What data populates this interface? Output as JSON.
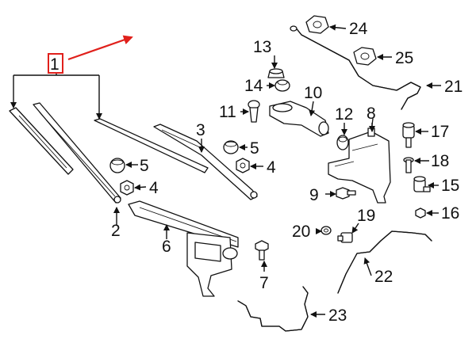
{
  "highlight_color": "#e0201b",
  "callouts": [
    {
      "id": "c1",
      "text": "1"
    },
    {
      "id": "c2",
      "text": "2"
    },
    {
      "id": "c3",
      "text": "3"
    },
    {
      "id": "c4a",
      "text": "4"
    },
    {
      "id": "c4b",
      "text": "4"
    },
    {
      "id": "c5a",
      "text": "5"
    },
    {
      "id": "c5b",
      "text": "5"
    },
    {
      "id": "c6",
      "text": "6"
    },
    {
      "id": "c7",
      "text": "7"
    },
    {
      "id": "c8",
      "text": "8"
    },
    {
      "id": "c9",
      "text": "9"
    },
    {
      "id": "c10",
      "text": "10"
    },
    {
      "id": "c11",
      "text": "11"
    },
    {
      "id": "c12",
      "text": "12"
    },
    {
      "id": "c13",
      "text": "13"
    },
    {
      "id": "c14",
      "text": "14"
    },
    {
      "id": "c15",
      "text": "15"
    },
    {
      "id": "c16",
      "text": "16"
    },
    {
      "id": "c17",
      "text": "17"
    },
    {
      "id": "c18",
      "text": "18"
    },
    {
      "id": "c19",
      "text": "19"
    },
    {
      "id": "c20",
      "text": "20"
    },
    {
      "id": "c21",
      "text": "21"
    },
    {
      "id": "c22",
      "text": "22"
    },
    {
      "id": "c23",
      "text": "23"
    },
    {
      "id": "c24",
      "text": "24"
    },
    {
      "id": "c25",
      "text": "25"
    }
  ]
}
